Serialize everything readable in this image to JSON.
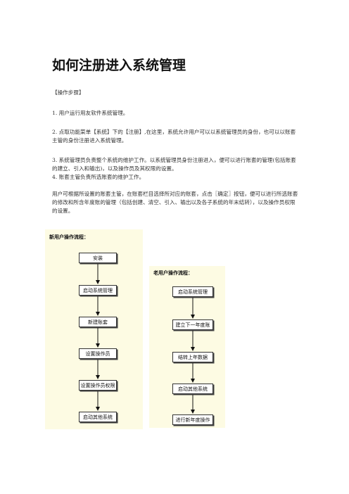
{
  "document": {
    "title": "如何注册进入系统管理",
    "section_heading": "【操作步骤】",
    "steps": [
      "1.   用户运行用友软件系统管理。",
      "2.   点取功能菜单【系统】下的【注册】,在这里，系统允许用户可以以系统管理员的身份，也可以以账套主管的身份注册进入系统管理。",
      "3.   系统管理员负责整个系统的维护工作。以系统管理员身份注册进入，便可以进行账套的管理(包括账套的建立、引入和输出)，以及操作员及其权限的设置。",
      "4.   账套主管负责所选账套的维护工作。"
    ],
    "note": "用户可根据所设置的账套主管，在账套栏目选择所对应的账套，点击〖确定〗按钮，便可以进行所选账套的修改和所含年度账的管理（包括创建、清空、引入、输出以及各子系统的年末结转），以及操作员权限的设置。"
  },
  "flowcharts": {
    "new_user": {
      "title": "新用户操作流程：",
      "steps": [
        "安装",
        "启动系统管理",
        "新建账套",
        "设置操作员",
        "设置操作员权限",
        "启动其他系统"
      ]
    },
    "old_user": {
      "title": "老用户操作流程：",
      "steps": [
        "启动系统管理",
        "建立下一年度账",
        "结转上年数据",
        "启动其他系统",
        "进行新年度操作"
      ]
    }
  }
}
